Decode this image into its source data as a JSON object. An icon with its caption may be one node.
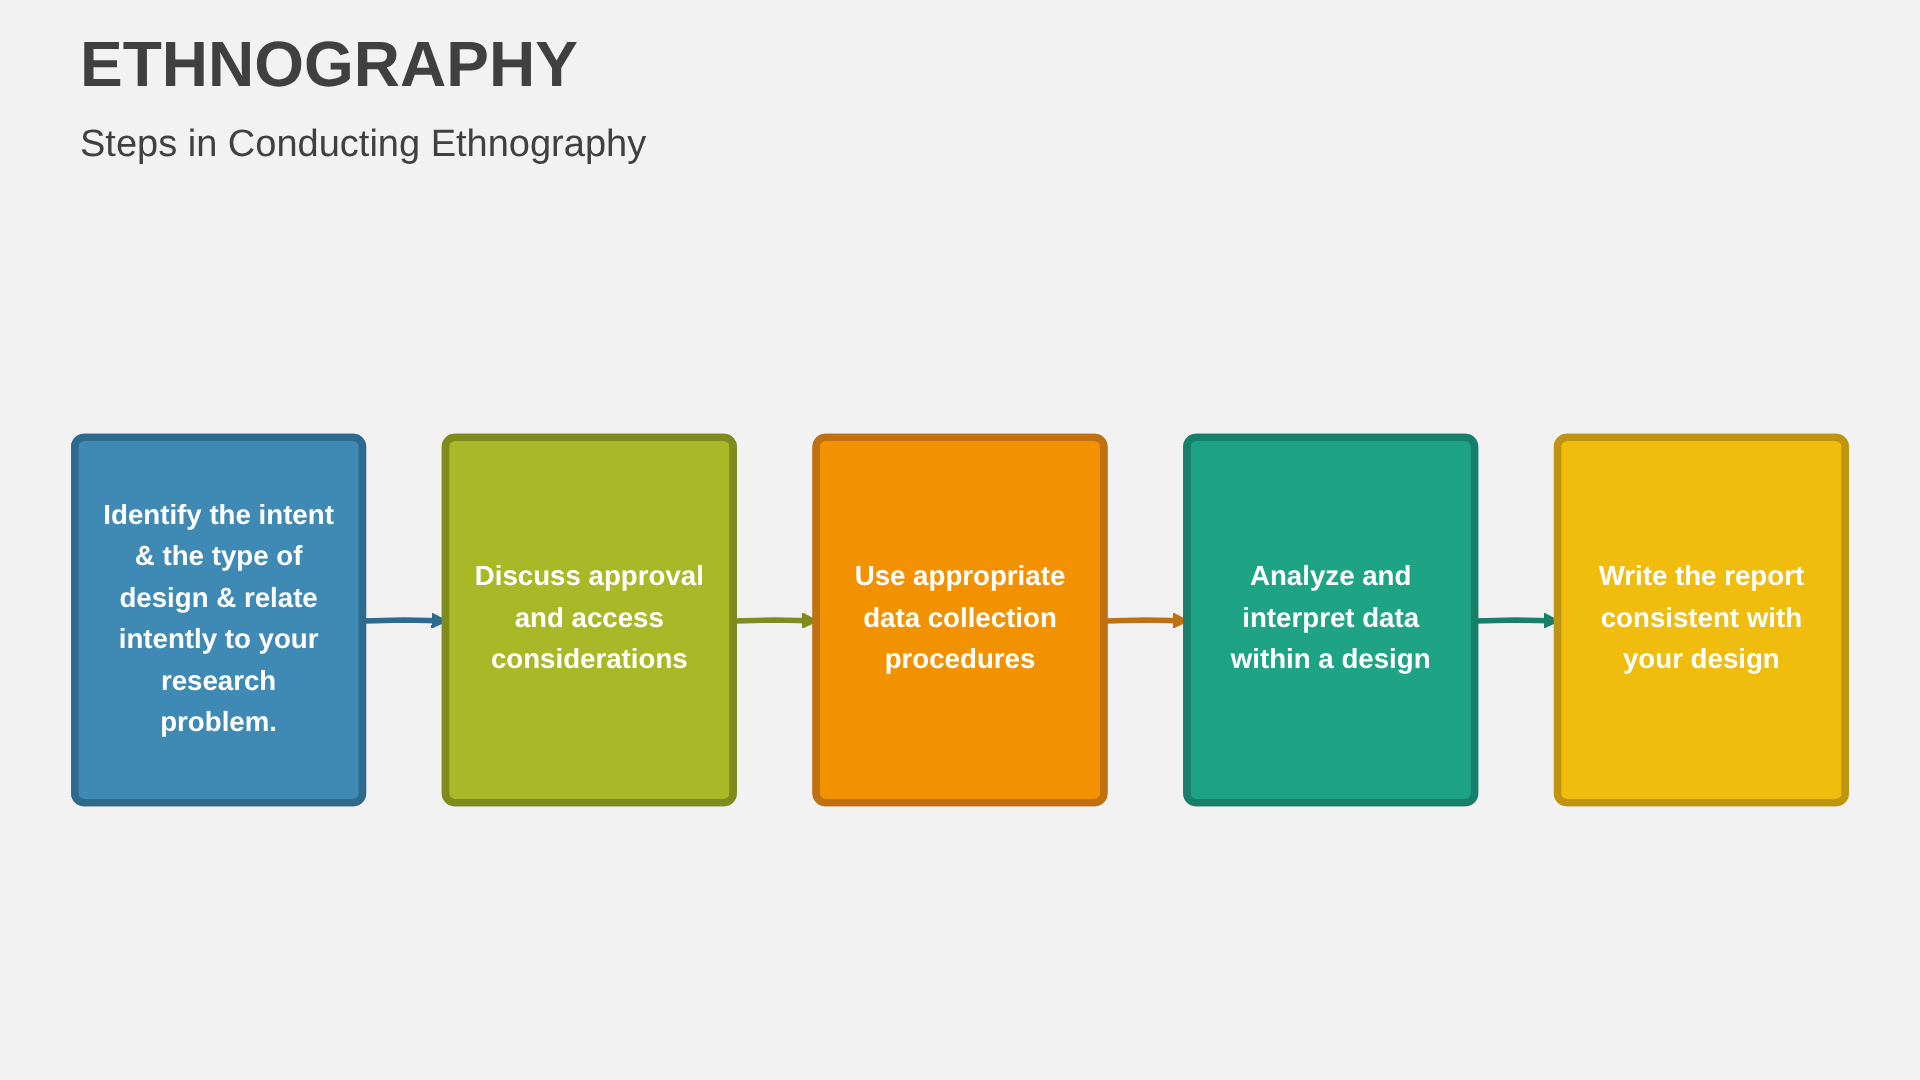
{
  "diagram": {
    "title": "ETHNOGRAPHY",
    "nodes": [
      {
        "text": [
          "Identify the intent & the type of design & relate intently to your research problem."
        ]
      },
      {
        "text": [
          "Discuss approval and access considerations"
        ]
      },
      {
        "text": [
          "Use appropriate data collection procedures"
        ]
      },
      {
        "text": [
          "Analyze and interpret data within a design"
        ]
      },
      {
        "text": [
          "Write the report consistent with your design"
        ]
      }
    ],
    "edges": [
      {
        "from": 0,
        "to": 1,
        "arrow": "to",
        "color": "#2e6a8e"
      },
      {
        "from": 1,
        "to": 2,
        "arrow": "to",
        "color": "#7f8c1d"
      },
      {
        "from": 2,
        "to": 3,
        "arrow": "to",
        "color": "#c07010"
      },
      {
        "from": 3,
        "to": 4,
        "arrow": "to",
        "color": "#17806a"
      }
    ],
    "labels": [
      "Steps in Conducting Ethnography"
    ]
  }
}
